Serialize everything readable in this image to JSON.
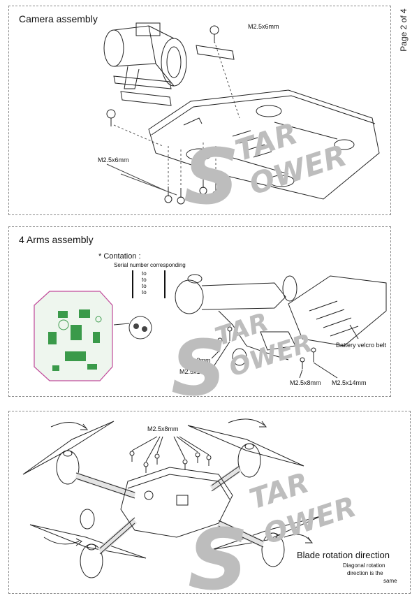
{
  "page_label": "Page 2 of 4",
  "watermark": {
    "line1": "TAR",
    "line2": "OWER",
    "big_letter": "S",
    "color": "#bdbdbd"
  },
  "camera_assembly": {
    "title": "Camera assembly",
    "screw_label_top": "M2.5x6mm",
    "screw_label_left": "M2.5x6mm"
  },
  "arms_assembly": {
    "title": "4 Arms assembly",
    "note_title": "* Contation :",
    "note_text": "Serial number corresponding",
    "pairs": [
      "to",
      "to",
      "to",
      "to"
    ],
    "screw_8mm": "M2.5x8mm",
    "screw_10mm": "M2.5x10mm",
    "battery_belt": "Battery velcro belt",
    "screw_8mm_b": "M2.5x8mm",
    "screw_14mm": "M2.5x14mm"
  },
  "final_assembly": {
    "screw_label": "M2.5x8mm",
    "blade_title": "Blade rotation direction",
    "blade_note_1": "Diagonal rotation",
    "blade_note_2": "direction is the",
    "blade_note_3": "same"
  }
}
